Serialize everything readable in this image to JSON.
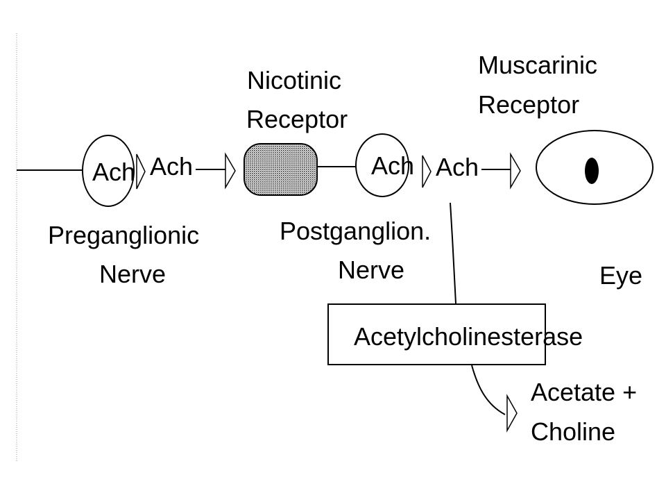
{
  "labels": {
    "ach_1": "Ach",
    "ach_2": "Ach",
    "ach_3": "Ach",
    "ach_4": "Ach",
    "nicotinic_line1": "Nicotinic",
    "nicotinic_line2": "Receptor",
    "muscarinic_line1": "Muscarinic",
    "muscarinic_line2": "Receptor",
    "preganglionic_line1": "Preganglionic",
    "preganglionic_line2": "Nerve",
    "postganglion_line1": "Postganglion.",
    "postganglion_line2": "Nerve",
    "eye": "Eye",
    "enzyme": "Acetylcholinesterase",
    "products_line1": "Acetate +",
    "products_line2": "Choline"
  }
}
